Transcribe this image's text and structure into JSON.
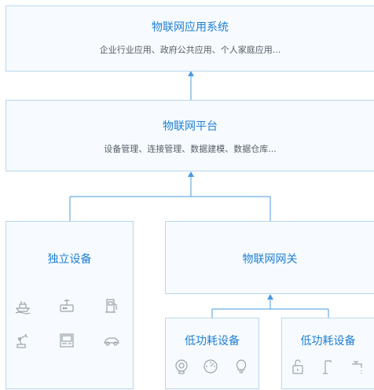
{
  "app_layer": {
    "title": "物联网应用系统",
    "subtitle": "企业行业应用、政府公共应用、个人家庭应用..."
  },
  "platform_layer": {
    "title": "物联网平台",
    "subtitle": "设备管理、连接管理、数据建模、数据仓库..."
  },
  "standalone_devices": {
    "title": "独立设备",
    "icons": [
      "ship-icon",
      "router-icon",
      "fuel-pump-icon",
      "robot-arm-icon",
      "terminal-icon",
      "car-icon"
    ]
  },
  "gateway": {
    "title": "物联网网关"
  },
  "low_power_left": {
    "title": "低功耗设备",
    "icons": [
      "water-meter-icon",
      "gauge-icon",
      "light-bulb-icon"
    ]
  },
  "low_power_right": {
    "title": "低功耗设备",
    "icons": [
      "lock-icon",
      "street-lamp-icon",
      "faucet-icon"
    ]
  },
  "colors": {
    "accent": "#1e7fd4",
    "border": "#b9d6ee",
    "box_fill": "#f7fbff",
    "icon": "#9aa3ab"
  }
}
